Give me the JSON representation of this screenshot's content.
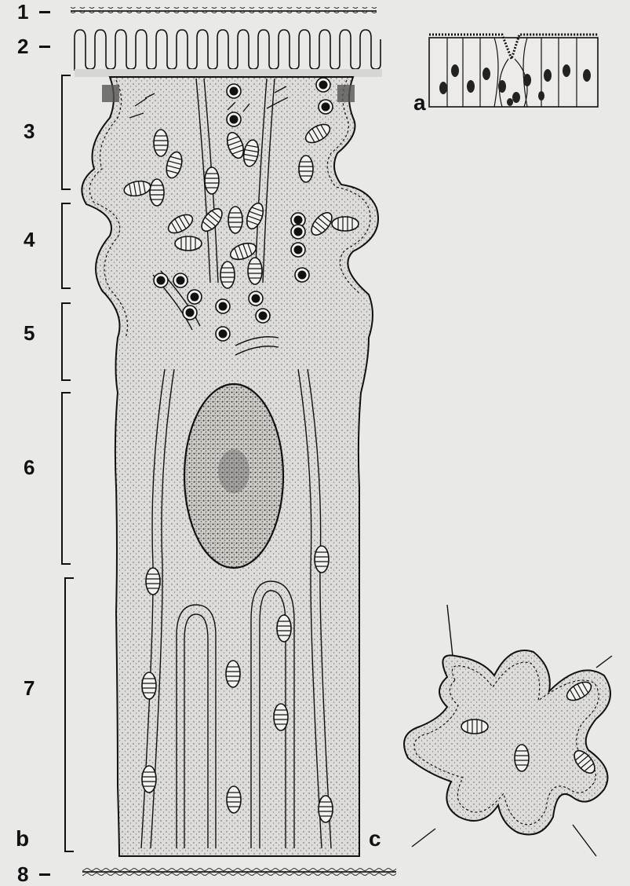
{
  "labels": {
    "l1": "1",
    "l2": "2",
    "l3": "3",
    "l4": "4",
    "l5": "5",
    "l6": "6",
    "l7": "7",
    "l8": "8"
  },
  "panels": {
    "a": "a",
    "b": "b",
    "c": "c"
  },
  "colors": {
    "background": "#e9e9e7",
    "line": "#111111",
    "cytoplasm": "#dcdcd8",
    "nucleus": "#c9c9c4"
  }
}
